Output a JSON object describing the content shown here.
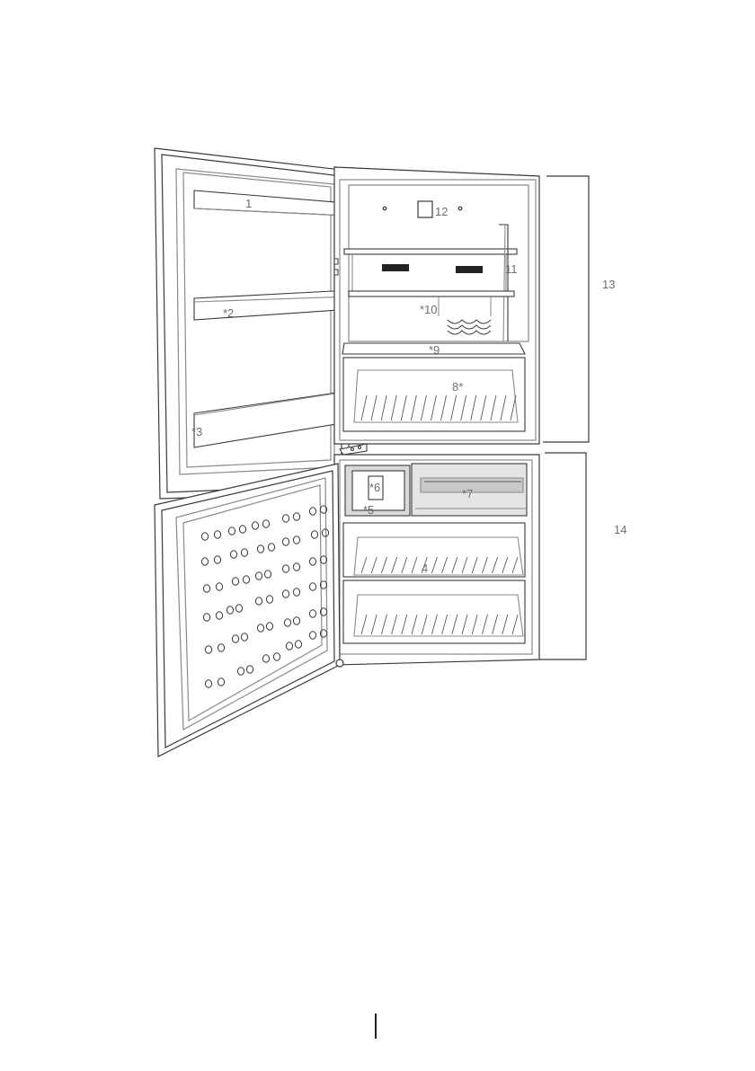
{
  "labels": {
    "l1": "1",
    "l2": "*2",
    "l3": "*3",
    "l4": "4",
    "l5": "*5",
    "l6": "*6",
    "l7": "*7",
    "l8": "8*",
    "l9": "*9",
    "l10": "*10",
    "l11": "11",
    "l12": "12",
    "l13": "13",
    "l14": "14"
  },
  "colors": {
    "line": "#3a3a3a",
    "light_line": "#8a8a8a",
    "shade": "#d9d9d9",
    "label": "#6e6e6e"
  }
}
